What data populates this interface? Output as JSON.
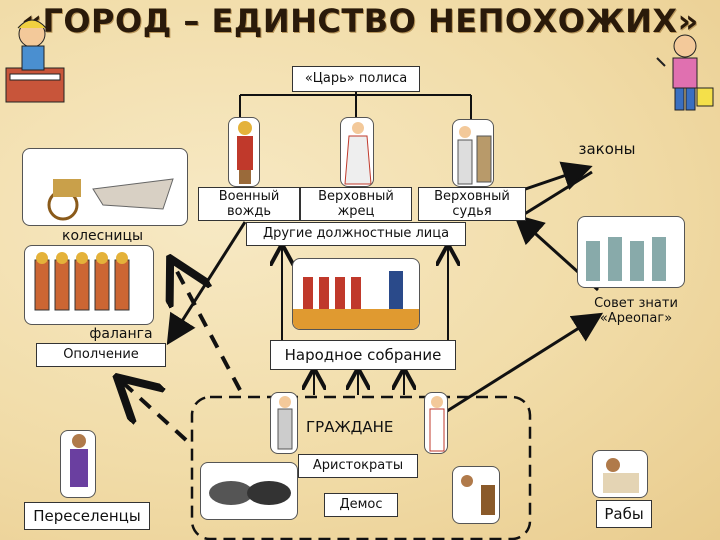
{
  "title": "«ГОРОД – ЕДИНСТВО НЕПОХОЖИХ»",
  "nodes": {
    "tsar": "«Царь» полиса",
    "laws": "законы",
    "military_leader": "Военный вождь",
    "high_priest": "Верховный жрец",
    "high_judge": "Верховный судья",
    "chariots": "колесницы",
    "other_officials": "Другие должностные лица",
    "phalanx": "фаланга",
    "militia": "Ополчение",
    "council": "Совет знати «Ареопаг»",
    "assembly": "Народное собрание",
    "citizens": "ГРАЖДАНЕ",
    "aristocrats": "Аристократы",
    "demos": "Демос",
    "settlers": "Переселенцы",
    "slaves": "Рабы"
  },
  "colors": {
    "background": "#f1dca8",
    "box": "#ffffff",
    "arrow": "#111111",
    "title": "#2a1a0a"
  },
  "icons": [
    "cartoon-student-icon",
    "cartoon-teacher-icon",
    "chariot-picture",
    "phalanx-picture",
    "warrior-figure",
    "priest-figure",
    "judge-figure",
    "council-picture",
    "assembly-picture",
    "citizen-figure",
    "aristocrat-figure",
    "settler-figure",
    "oxen-picture",
    "craftsman-figure",
    "slave-picture"
  ]
}
